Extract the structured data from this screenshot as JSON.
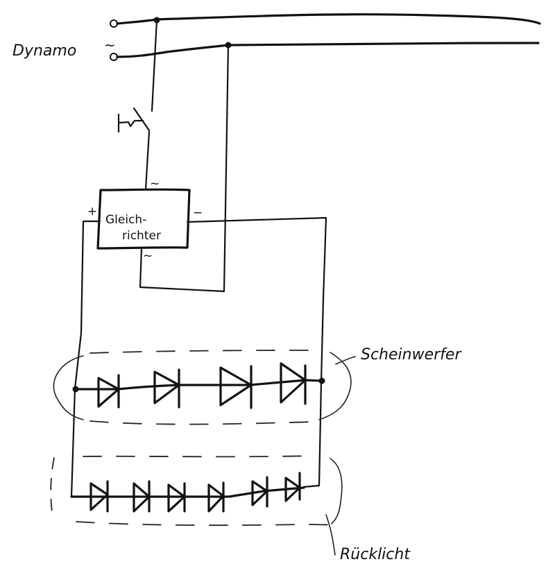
{
  "diagram": {
    "type": "circuit-schematic-handdrawn",
    "labels": {
      "dynamo": "Dynamo",
      "ac_symbol": "~",
      "rectifier_line1": "Gleich-",
      "rectifier_line2": "richter",
      "plus": "+",
      "minus": "−",
      "ac_top": "~",
      "ac_bottom": "~",
      "headlight": "Scheinwerfer",
      "taillight": "Rücklicht"
    },
    "components": {
      "dynamo_terminals": 2,
      "switch": "single-pole switch",
      "rectifier": "Gleichrichter",
      "headlight_led_count": 4,
      "taillight_led_count": 6
    },
    "colors": {
      "ink": "#111111",
      "paper": "#ffffff"
    }
  }
}
